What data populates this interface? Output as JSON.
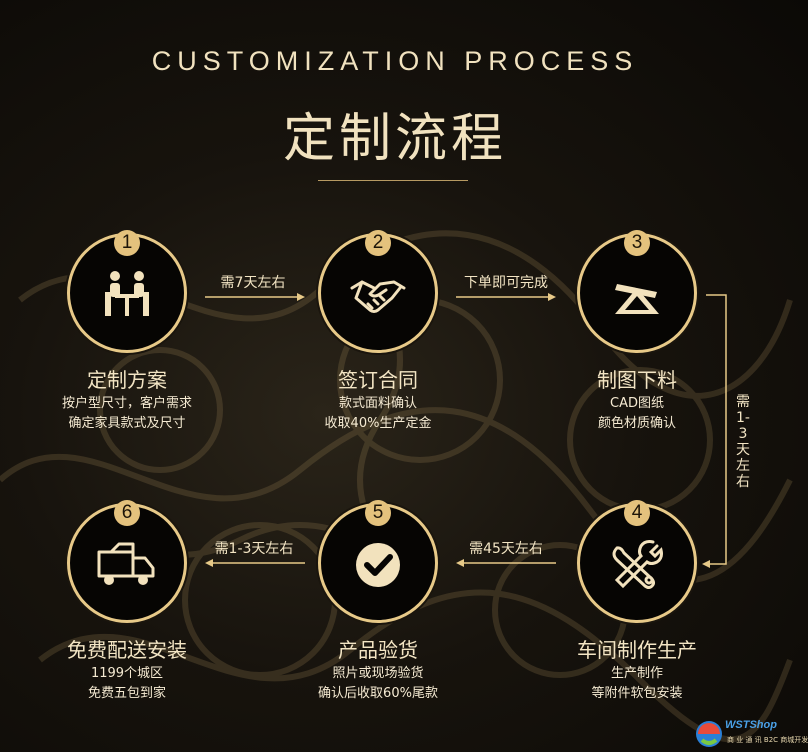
{
  "header": {
    "subtitle_en": "CUSTOMIZATION PROCESS",
    "title_cn": "定制流程"
  },
  "steps": [
    {
      "number": "1",
      "icon": "meeting-icon",
      "title": "定制方案",
      "desc": [
        "按户型尺寸，客户需求",
        "确定家具款式及尺寸"
      ]
    },
    {
      "number": "2",
      "icon": "handshake-icon",
      "title": "签订合同",
      "desc": [
        "款式面料确认",
        "收取40%生产定金"
      ]
    },
    {
      "number": "3",
      "icon": "drafting-tools-icon",
      "title": "制图下料",
      "desc": [
        "CAD图纸",
        "颜色材质确认"
      ]
    },
    {
      "number": "4",
      "icon": "tools-icon",
      "title": "车间制作生产",
      "desc": [
        "生产制作",
        "等附件软包安装"
      ]
    },
    {
      "number": "5",
      "icon": "checkmark-icon",
      "title": "产品验货",
      "desc": [
        "照片或现场验货",
        "确认后收取60%尾款"
      ]
    },
    {
      "number": "6",
      "icon": "truck-icon",
      "title": "免费配送安装",
      "desc": [
        "1199个城区",
        "免费五包到家"
      ]
    }
  ],
  "arrows": {
    "a1_2": "需7天左右",
    "a2_3": "下单即可完成",
    "a3_4": "需1-3天左右",
    "a4_5": "需45天左右",
    "a5_6": "需1-3天左右"
  },
  "watermark": {
    "brand": "WSTShop",
    "tagline": "商 业 通 讯   B2C 商城开发"
  },
  "colors": {
    "gold": "#e7c988",
    "text": "#f3e5c4",
    "background": "#17130d"
  }
}
